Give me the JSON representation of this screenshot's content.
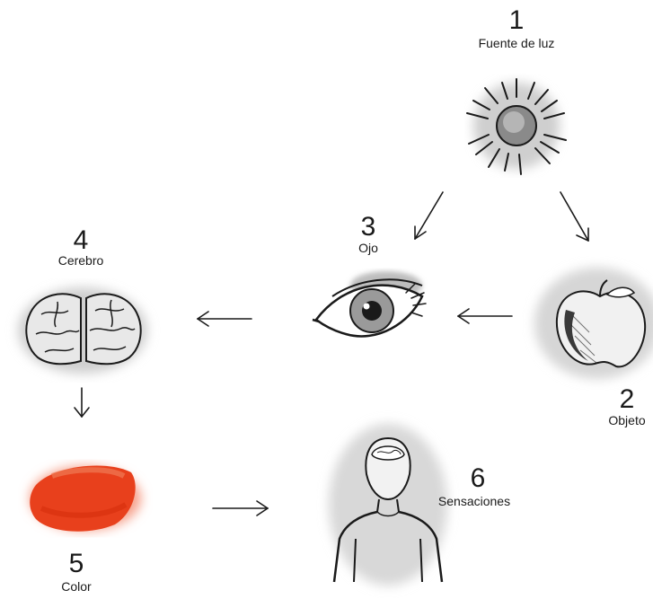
{
  "steps": [
    {
      "number": "1",
      "label": "Fuente de luz",
      "icon": "sun-icon"
    },
    {
      "number": "2",
      "label": "Objeto",
      "icon": "apple-icon"
    },
    {
      "number": "3",
      "label": "Ojo",
      "icon": "eye-icon"
    },
    {
      "number": "4",
      "label": "Cerebro",
      "icon": "brain-icon"
    },
    {
      "number": "5",
      "label": "Color",
      "icon": "color-swatch-icon"
    },
    {
      "number": "6",
      "label": "Sensaciones",
      "icon": "person-icon"
    }
  ],
  "colors": {
    "ink": "#1a1a1a",
    "shade": "#c8c8c8",
    "swatch": "#e8401c",
    "swatch_light": "#f6a08a"
  }
}
